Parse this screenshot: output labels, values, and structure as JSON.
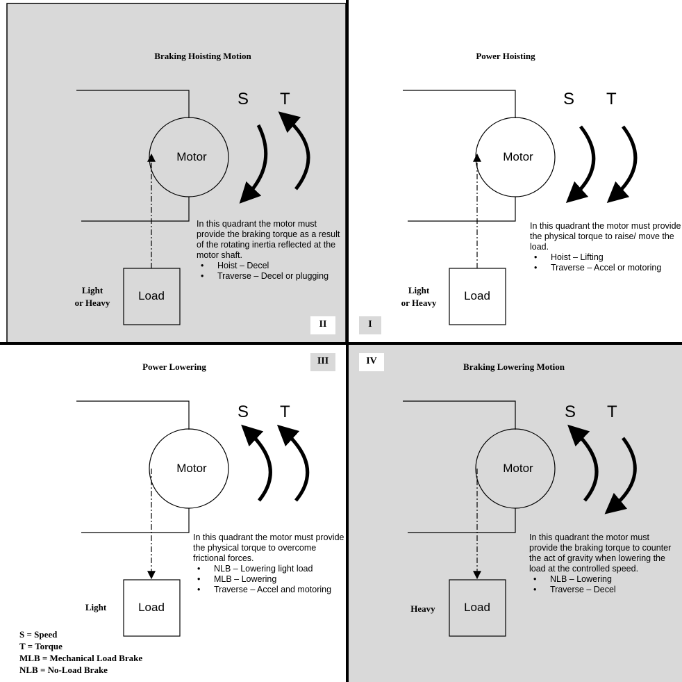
{
  "colors": {
    "shaded": "#d9d9d9",
    "line": "#000000",
    "badge_dark": "#d9d9d9",
    "badge_light": "#ffffff"
  },
  "quadrants": {
    "II": {
      "badge": "II",
      "title": "Braking Hoisting Motion",
      "speed_label": "S",
      "torque_label": "T",
      "motor_label": "Motor",
      "load_label": "Load",
      "load_class": [
        "Light",
        "or Heavy"
      ],
      "description": "In this quadrant the motor must provide the braking torque as a result of the rotating inertia reflected at the motor shaft.",
      "bullets": [
        "Hoist – Decel",
        "Traverse – Decel or plugging"
      ]
    },
    "I": {
      "badge": "I",
      "title": "Power Hoisting",
      "speed_label": "S",
      "torque_label": "T",
      "motor_label": "Motor",
      "load_label": "Load",
      "load_class": [
        "Light",
        "or Heavy"
      ],
      "description": "In this quadrant the motor must provide the physical torque to raise/ move the load.",
      "bullets": [
        "Hoist – Lifting",
        "Traverse – Accel or motoring"
      ]
    },
    "III": {
      "badge": "III",
      "title": "Power Lowering",
      "speed_label": "S",
      "torque_label": "T",
      "motor_label": "Motor",
      "load_label": "Load",
      "load_class": [
        "Light"
      ],
      "description": "In this quadrant the motor must provide the physical torque to overcome frictional forces.",
      "bullets": [
        "NLB – Lowering light load",
        "MLB – Lowering",
        "Traverse – Accel and motoring"
      ]
    },
    "IV": {
      "badge": "IV",
      "title": "Braking Lowering Motion",
      "speed_label": "S",
      "torque_label": "T",
      "motor_label": "Motor",
      "load_label": "Load",
      "load_class": [
        "Heavy"
      ],
      "description": "In this quadrant the motor must provide the braking torque to counter the act of gravity when lowering the load at the controlled speed.",
      "bullets": [
        "NLB – Lowering",
        "Traverse – Decel"
      ]
    }
  },
  "legend": [
    "S = Speed",
    "T = Torque",
    "MLB = Mechanical Load Brake",
    "NLB = No-Load Brake"
  ]
}
